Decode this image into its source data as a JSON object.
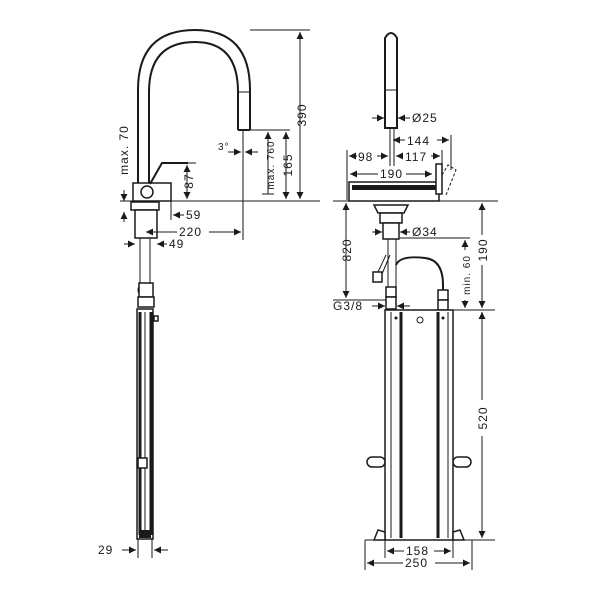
{
  "drawing": {
    "type": "technical dimension drawing",
    "subject": "pull-out kitchen faucet with under-sink box",
    "views": [
      "side-view",
      "front-view"
    ]
  },
  "side_view": {
    "dimensions": {
      "height_total": "390",
      "spout_clearance": "165",
      "max_deck": "max. 70",
      "max_pullout": "max. 760",
      "lever_height": "87",
      "angle": "3°",
      "lever_offset": "59",
      "reach": "220",
      "base_width": "49",
      "box_depth": "29"
    }
  },
  "front_view": {
    "dimensions": {
      "spout_diameter": "Ø25",
      "lever_reach": "144",
      "left_width": "98",
      "right_width": "117",
      "base_width": "190",
      "shank_diameter": "Ø34",
      "connection": "G3/8",
      "under_deck": "820",
      "min_clearance": "min. 60",
      "hose_height": "190",
      "box_height": "520",
      "box_inner_width": "158",
      "box_outer_width": "250"
    }
  }
}
